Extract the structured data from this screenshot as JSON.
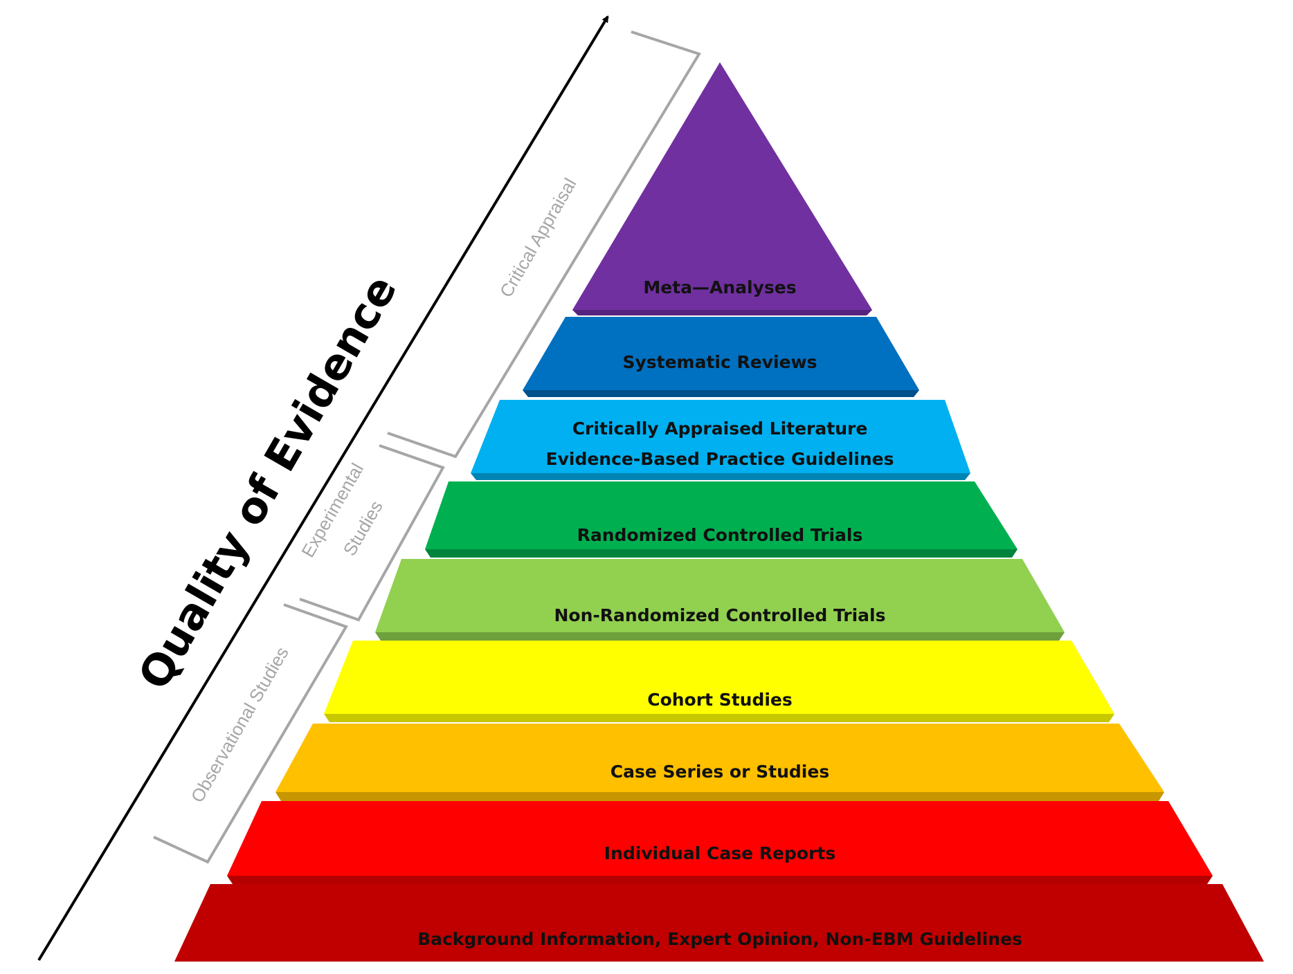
{
  "title": "Quality of Evidence",
  "tiers": [
    {
      "label": "Meta—Analyses",
      "color": "#7030a0",
      "edge": "#56237e"
    },
    {
      "label": "Systematic Reviews",
      "color": "#0070c0",
      "edge": "#00508c"
    },
    {
      "label": "Critically Appraised Literature",
      "label2": "Evidence-Based Practice Guidelines",
      "color": "#00b0f0",
      "edge": "#0084b4"
    },
    {
      "label": "Randomized Controlled Trials",
      "color": "#00b050",
      "edge": "#00843c"
    },
    {
      "label": "Non-Randomized Controlled Trials",
      "color": "#92d050",
      "edge": "#6ea03c"
    },
    {
      "label": "Cohort Studies",
      "color": "#ffff00",
      "edge": "#c8c800"
    },
    {
      "label": "Case Series or Studies",
      "color": "#ffc000",
      "edge": "#c89600"
    },
    {
      "label": "Individual Case Reports",
      "color": "#ff0000",
      "edge": "#b40000"
    },
    {
      "label": "Background Information, Expert Opinion, Non-EBM Guidelines",
      "color": "#c00000",
      "edge": "#8c0000"
    }
  ],
  "brackets": {
    "critical": "Critical Appraisal",
    "experimental_1": "Experimental",
    "experimental_2": "Studies",
    "observational": "Observational Studies"
  }
}
